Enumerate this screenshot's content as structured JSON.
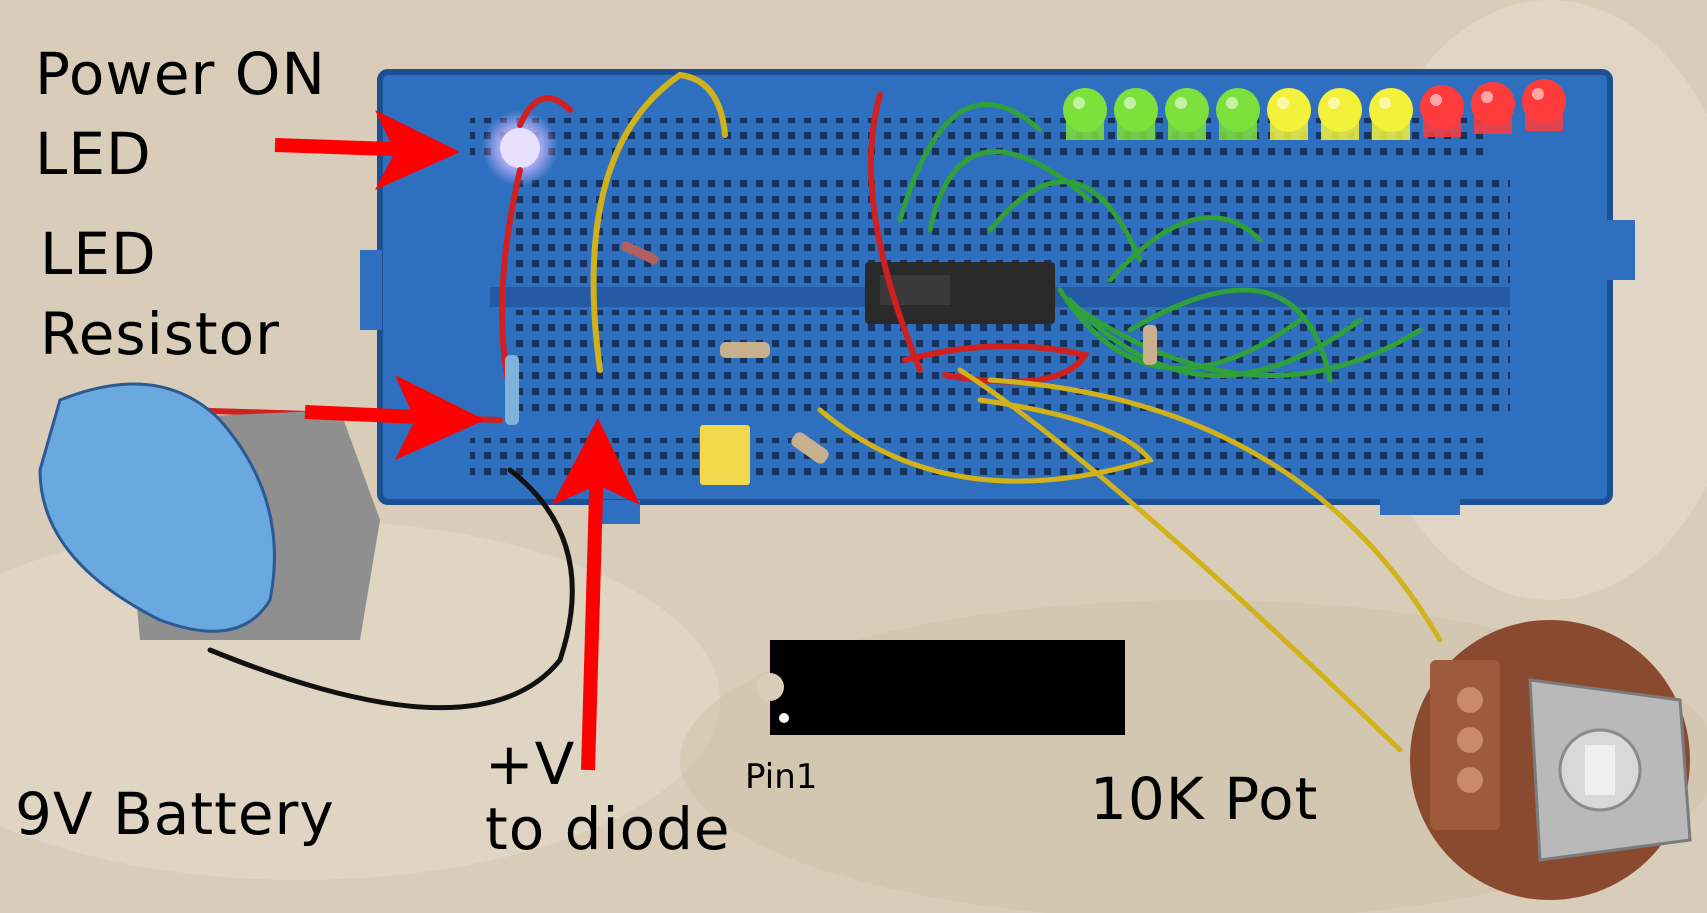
{
  "labels": {
    "power_on_line1": "Power ON",
    "power_on_line2": "LED",
    "led_resistor_line1": "LED",
    "led_resistor_line2": "Resistor",
    "battery": "9V Battery",
    "plus_v_line1": "+V",
    "plus_v_line2": "to diode",
    "pin1": "Pin1",
    "pot": "10K Pot"
  },
  "led_bar_colors": [
    "#7ee03a",
    "#7ee03a",
    "#7ee03a",
    "#7ee03a",
    "#f2f23a",
    "#f2f23a",
    "#f2f23a",
    "#ff3b3b",
    "#ff3b3b",
    "#ff3b3b"
  ],
  "colors": {
    "background": "#d9cdb9",
    "breadboard": "#2f6fc0",
    "breadboard_dark": "#1d4f95",
    "arrow": "#ff0000",
    "jumper_green": "#2fa03a",
    "jumper_yellow": "#d2b21a",
    "jumper_red": "#d02020",
    "power_led": "#e8e0ff",
    "ic_body": "#2a2a2a",
    "chip_diagram": "#000000",
    "battery_clip": "#6aa9e0"
  }
}
